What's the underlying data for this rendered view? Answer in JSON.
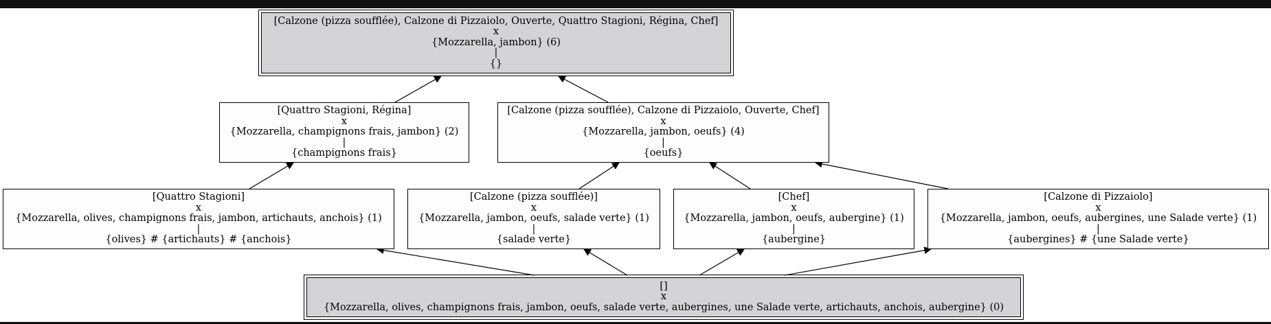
{
  "lattice": {
    "top": {
      "extent": "[Calzone (pizza soufflée), Calzone di Pizzaiolo, Ouverte, Quattro Stagioni, Régina, Chef]",
      "sep": "x",
      "intent": "{Mozzarella, jambon}  (6)",
      "bar": "|",
      "own": "{}"
    },
    "qs_regina": {
      "extent": "[Quattro Stagioni, Régina]",
      "sep": "x",
      "intent": "{Mozzarella, champignons frais, jambon}  (2)",
      "bar": "|",
      "own": "{champignons frais}"
    },
    "calzones_chef": {
      "extent": "[Calzone (pizza soufflée), Calzone di Pizzaiolo, Ouverte, Chef]",
      "sep": "x",
      "intent": "{Mozzarella, jambon, oeufs}  (4)",
      "bar": "|",
      "own": "{oeufs}"
    },
    "qs": {
      "extent": "[Quattro Stagioni]",
      "sep": "x",
      "intent": "{Mozzarella, olives, champignons frais, jambon, artichauts, anchois}  (1)",
      "bar": "|",
      "own": "{olives}  #  {artichauts}  #  {anchois}"
    },
    "calzone_souffle": {
      "extent": "[Calzone (pizza soufflée)]",
      "sep": "x",
      "intent": "{Mozzarella, jambon, oeufs, salade verte}  (1)",
      "bar": "|",
      "own": "{salade verte}"
    },
    "chef": {
      "extent": "[Chef]",
      "sep": "x",
      "intent": "{Mozzarella, jambon, oeufs, aubergine}  (1)",
      "bar": "|",
      "own": "{aubergine}"
    },
    "calzone_pizzaiolo": {
      "extent": "[Calzone di Pizzaiolo]",
      "sep": "x",
      "intent": "{Mozzarella, jambon, oeufs, aubergines, une Salade verte}  (1)",
      "bar": "|",
      "own": "{aubergines}  #  {une Salade verte}"
    },
    "bottom": {
      "extent": "[]",
      "sep": "x",
      "intent": "{Mozzarella, olives, champignons frais, jambon, oeufs, salade verte, aubergines, une Salade verte, artichauts, anchois, aubergine}  (0)"
    }
  },
  "colors": {
    "highlight_fill": "#d4d3d6",
    "node_fill": "#fdfdfd",
    "stroke": "#000000"
  }
}
